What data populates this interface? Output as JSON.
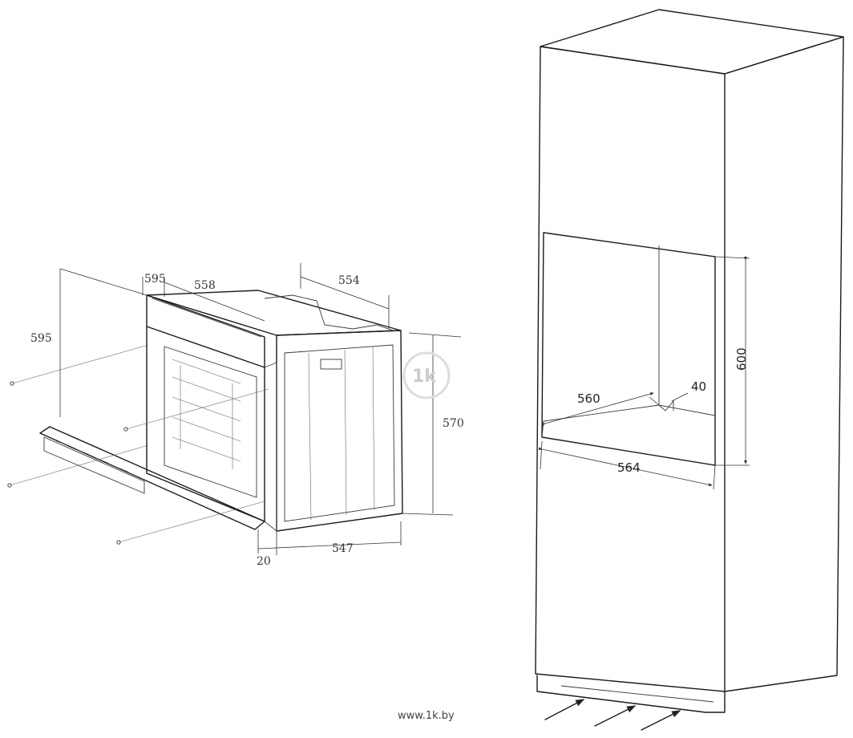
{
  "oven": {
    "dims": {
      "width_front": "595",
      "height_front": "595",
      "panel_width": "558",
      "top_depth": "554",
      "body_height": "570",
      "door_offset": "20",
      "body_depth": "547"
    }
  },
  "cabinet": {
    "dims": {
      "niche_width": "560",
      "vent_gap": "40",
      "niche_height": "600",
      "niche_depth": "564"
    }
  },
  "watermark": "1k",
  "credit": "www.1k.by"
}
